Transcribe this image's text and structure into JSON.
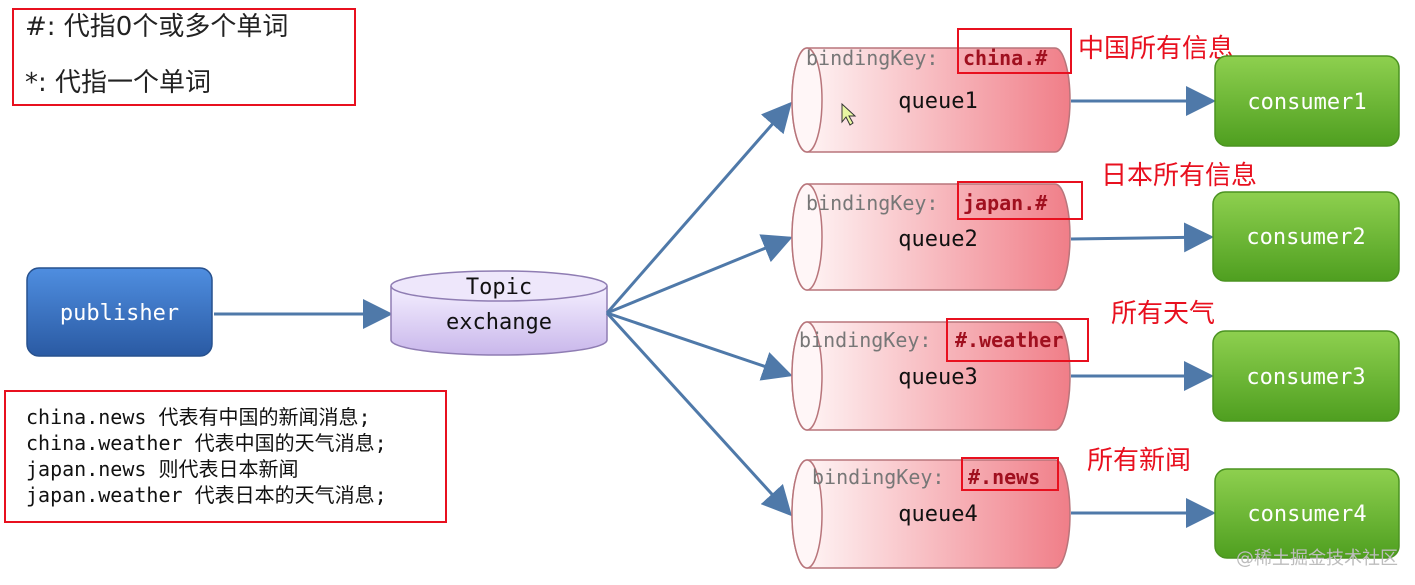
{
  "legend": {
    "line1": "#: 代指0个或多个单词",
    "line2": "*: 代指一个单词"
  },
  "examples": [
    "china.news 代表有中国的新闻消息;",
    "china.weather 代表中国的天气消息;",
    "japan.news 则代表日本新闻",
    "japan.weather 代表日本的天气消息;"
  ],
  "publisher": {
    "label": "publisher"
  },
  "exchange": {
    "type": "Topic",
    "label": "exchange"
  },
  "binding_prefix": "bindingKey:",
  "queues": [
    {
      "label": "queue1",
      "binding_key": "china.#",
      "annotation": "中国所有信息",
      "consumer": "consumer1"
    },
    {
      "label": "queue2",
      "binding_key": "japan.#",
      "annotation": "日本所有信息",
      "consumer": "consumer2"
    },
    {
      "label": "queue3",
      "binding_key": "#.weather",
      "annotation": "所有天气",
      "consumer": "consumer3"
    },
    {
      "label": "queue4",
      "binding_key": "#.news",
      "annotation": "所有新闻",
      "consumer": "consumer4"
    }
  ],
  "watermark": "@稀土掘金技术社区",
  "colors": {
    "publisher": "#2f63b0",
    "exchange": "#d8c8ef",
    "queue": "#f07b86",
    "consumer": "#62b52d",
    "arrow": "#4f79a9",
    "highlight": "#e8101f"
  }
}
